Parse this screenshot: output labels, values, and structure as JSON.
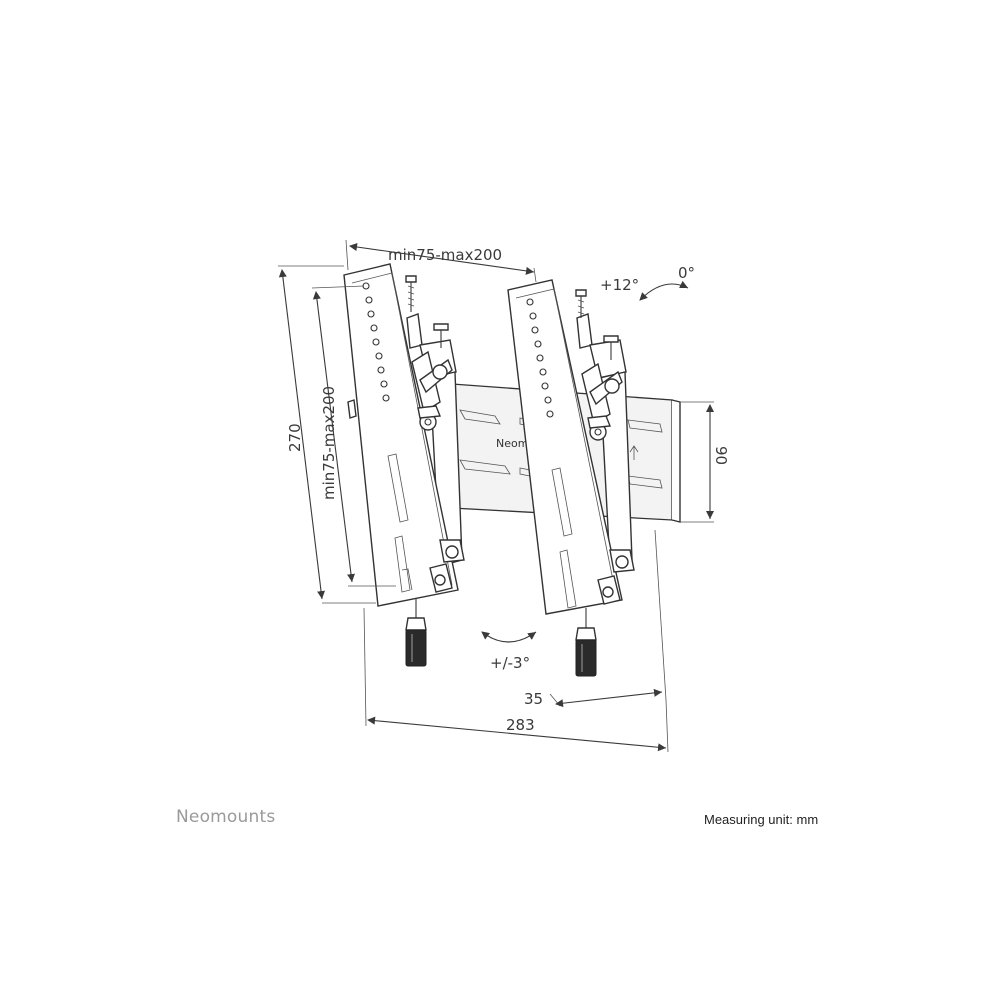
{
  "diagram": {
    "dimensions": {
      "top_width": "min75-max200",
      "left_height": "min75-max200",
      "overall_height": "270",
      "wall_plate_height": "90",
      "depth": "35",
      "overall_width": "283"
    },
    "tilt": {
      "forward": "+12°",
      "neutral": "0°",
      "swivel": "+/-3°"
    },
    "plate_logo": "Neomo"
  },
  "footer": {
    "brand": "Neomounts",
    "unit_note": "Measuring unit: mm"
  }
}
